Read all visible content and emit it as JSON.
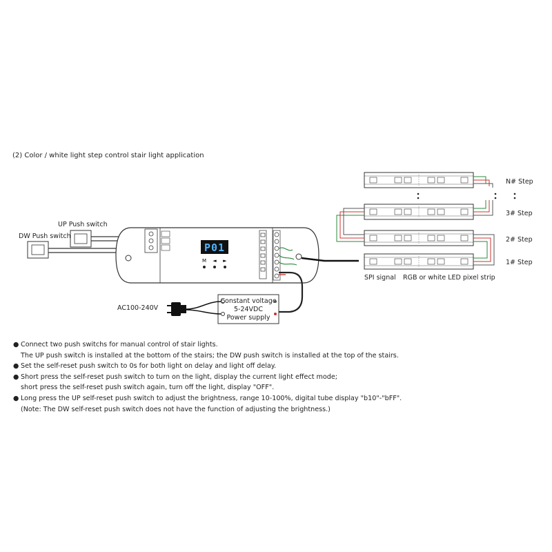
{
  "heading": "(2) Color / white light step control stair light application",
  "labels": {
    "up_switch": "UP Push switch",
    "dw_switch": "DW Push switch",
    "ac_input": "AC100-240V",
    "psu_line1": "Constant voltage",
    "psu_line2": "5-24VDC",
    "psu_line3": "Power supply",
    "spi_signal": "SPI signal",
    "strip_label": "RGB or white LED pixel strip",
    "steps": [
      "N# Step",
      "3# Step",
      "2# Step",
      "1# Step"
    ]
  },
  "display": {
    "digits": "P01",
    "buttons": [
      "M",
      "◄",
      "►"
    ]
  },
  "notes": [
    {
      "bullet": "●",
      "lines": [
        "Connect two push switchs for manual control of stair lights.",
        "The UP push switch is installed at the bottom of the stairs; the DW push switch is installed at the top of the stairs."
      ]
    },
    {
      "bullet": "●",
      "lines": [
        "Set the self-reset push switch to 0s for both light on delay and light off delay."
      ]
    },
    {
      "bullet": "●",
      "lines": [
        "Short press the self-reset push switch to turn on the light, display the current light effect mode;",
        "short press the self-reset push switch again, turn off the light, display \"OFF\"."
      ]
    },
    {
      "bullet": "●",
      "lines": [
        "Long press the UP self-reset push switch to adjust the brightness, range 10-100%, digital tube display \"b10\"-\"bFF\".",
        "(Note: The DW self-reset push switch does not have the function of adjusting the brightness.)"
      ]
    }
  ]
}
